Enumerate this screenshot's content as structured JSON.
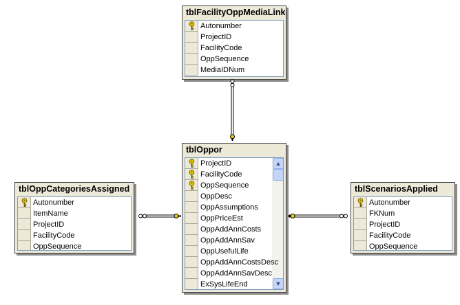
{
  "tables": {
    "media": {
      "title": "tblFacilityOppMediaLink",
      "columns": [
        {
          "name": "Autonumber",
          "key": true
        },
        {
          "name": "ProjectID",
          "key": false
        },
        {
          "name": "FacilityCode",
          "key": false
        },
        {
          "name": "OppSequence",
          "key": false
        },
        {
          "name": "MediaIDNum",
          "key": false
        }
      ]
    },
    "oppor": {
      "title": "tblOppor",
      "columns": [
        {
          "name": "ProjectID",
          "key": true
        },
        {
          "name": "FacilityCode",
          "key": true
        },
        {
          "name": "OppSequence",
          "key": true
        },
        {
          "name": "OppDesc",
          "key": false
        },
        {
          "name": "OppAssumptions",
          "key": false
        },
        {
          "name": "OppPriceEst",
          "key": false
        },
        {
          "name": "OppAddAnnCosts",
          "key": false
        },
        {
          "name": "OppAddAnnSav",
          "key": false
        },
        {
          "name": "OppUsefulLife",
          "key": false
        },
        {
          "name": "OppAddAnnCostsDesc",
          "key": false
        },
        {
          "name": "OppAddAnnSavDesc",
          "key": false
        },
        {
          "name": "ExSysLifeEnd",
          "key": false
        }
      ]
    },
    "categories": {
      "title": "tblOppCategoriesAssigned",
      "columns": [
        {
          "name": "Autonumber",
          "key": true
        },
        {
          "name": "ItemName",
          "key": false
        },
        {
          "name": "ProjectID",
          "key": false
        },
        {
          "name": "FacilityCode",
          "key": false
        },
        {
          "name": "OppSequence",
          "key": false
        }
      ]
    },
    "scenarios": {
      "title": "tblScenariosApplied",
      "columns": [
        {
          "name": "Autonumber",
          "key": true
        },
        {
          "name": "FKNum",
          "key": false
        },
        {
          "name": "ProjectID",
          "key": false
        },
        {
          "name": "FacilityCode",
          "key": false
        },
        {
          "name": "OppSequence",
          "key": false
        }
      ]
    }
  },
  "icons": {
    "key": "primary-key-icon",
    "scroll_up": "scroll-up-arrow-icon",
    "scroll_down": "scroll-down-arrow-icon"
  },
  "colors": {
    "table_header": "#ece9d8",
    "key_icon": "#f0d000",
    "relationship_line": "#000000"
  }
}
